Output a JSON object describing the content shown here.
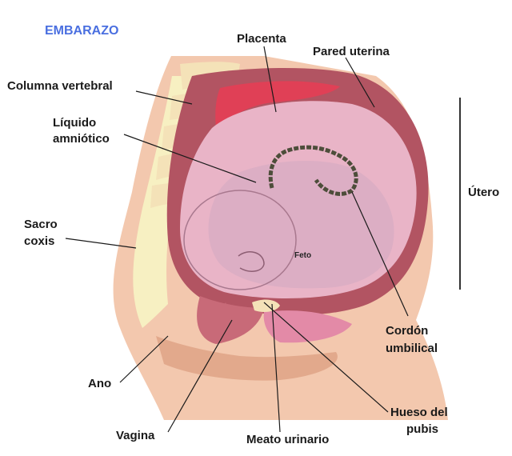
{
  "title": "EMBARAZO",
  "colors": {
    "title": "#4a6fe0",
    "skin": "#f3c8ae",
    "skin_dark": "#e2a98c",
    "uterus_wall": "#b25462",
    "uterus_inner": "#c86a78",
    "placenta": "#e04056",
    "amniotic": "#e9b4c7",
    "fetus": "#dcaec4",
    "cord": "#4d4d3a",
    "bone": "#f4e2b8",
    "fat": "#f7f0c2",
    "bladder": "#e38aa7"
  },
  "labels": {
    "placenta": "Placenta",
    "pared_uterina": "Pared uterina",
    "columna": "Columna vertebral",
    "liquido_1": "Líquido",
    "liquido_2": "amniótico",
    "sacro_1": "Sacro",
    "sacro_2": "coxis",
    "utero": "Útero",
    "feto": "Feto",
    "cordon_1": "Cordón",
    "cordon_2": "umbilical",
    "ano": "Ano",
    "hueso_1": "Hueso del",
    "hueso_2": "pubis",
    "vagina": "Vagina",
    "meato": "Meato urinario"
  }
}
